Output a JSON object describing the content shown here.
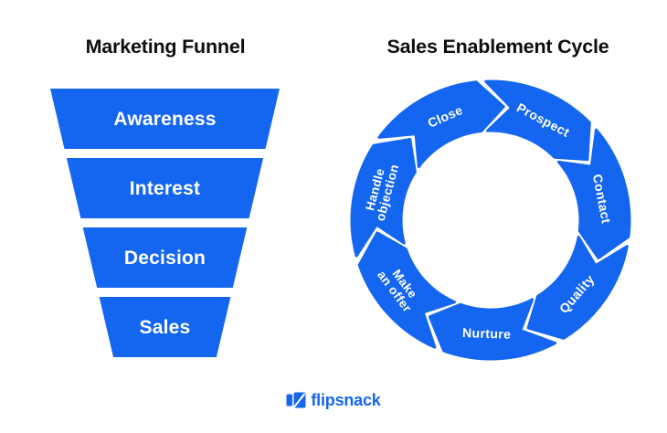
{
  "brand": {
    "primary": "#1466F0",
    "title_color": "#0d0d0d",
    "label_color": "#ffffff",
    "logo_text": "flipsnack"
  },
  "funnel": {
    "title": "Marketing Funnel",
    "stages": [
      "Awareness",
      "Interest",
      "Decision",
      "Sales"
    ]
  },
  "cycle": {
    "title": "Sales Enablement Cycle",
    "direction": "clockwise",
    "steps": [
      {
        "label": "Prospect"
      },
      {
        "label": "Contact"
      },
      {
        "label": "Quality"
      },
      {
        "label": "Nurture"
      },
      {
        "label": "Make an offer",
        "lines": [
          "Make",
          "an offer"
        ]
      },
      {
        "label": "Handle objection",
        "lines": [
          "Handle",
          "objection"
        ]
      },
      {
        "label": "Close"
      }
    ]
  }
}
